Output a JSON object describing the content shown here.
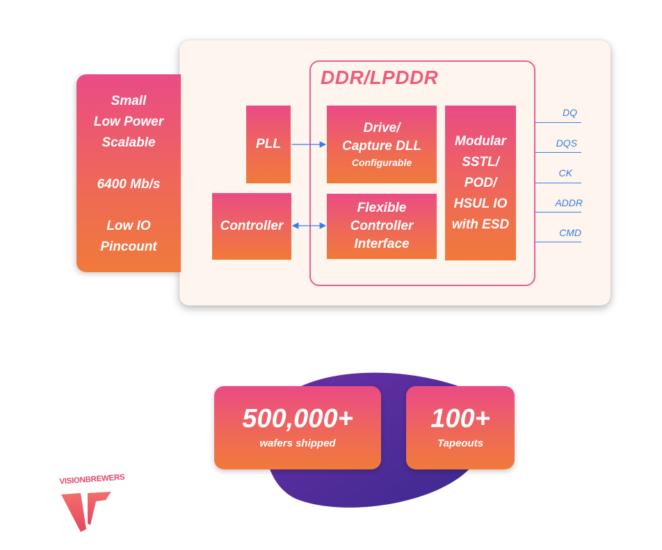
{
  "side_panel": {
    "line1": "Small",
    "line2": "Low Power",
    "line3": "Scalable",
    "line4": "6400 Mb/s",
    "line5": "Low IO",
    "line6": "Pincount"
  },
  "ddr_title": "DDR/LPDDR",
  "blocks": {
    "pll": "PLL",
    "controller": "Controller",
    "dll_line1": "Drive/",
    "dll_line2": "Capture DLL",
    "dll_line3": "Configurable",
    "interface_line1": "Flexible",
    "interface_line2": "Controller",
    "interface_line3": "Interface",
    "io_line1": "Modular",
    "io_line2": "SSTL/",
    "io_line3": "POD/",
    "io_line4": "HSUL IO",
    "io_line5": "with ESD"
  },
  "signals": [
    "DQ",
    "DQS",
    "CK",
    "ADDR",
    "CMD"
  ],
  "stats": [
    {
      "value": "500,000+",
      "label": "wafers shipped"
    },
    {
      "value": "100+",
      "label": "Tapeouts"
    }
  ],
  "logo": {
    "text": "VISIONBREWERS"
  },
  "colors": {
    "block_gradient_top": "#ea4b86",
    "block_gradient_bottom": "#f07a3a",
    "panel_bg": "#fdf5ee",
    "frame_border": "#e85c93",
    "signal_blue": "#3b7de0",
    "blob_purple": "#5a2a9a"
  }
}
